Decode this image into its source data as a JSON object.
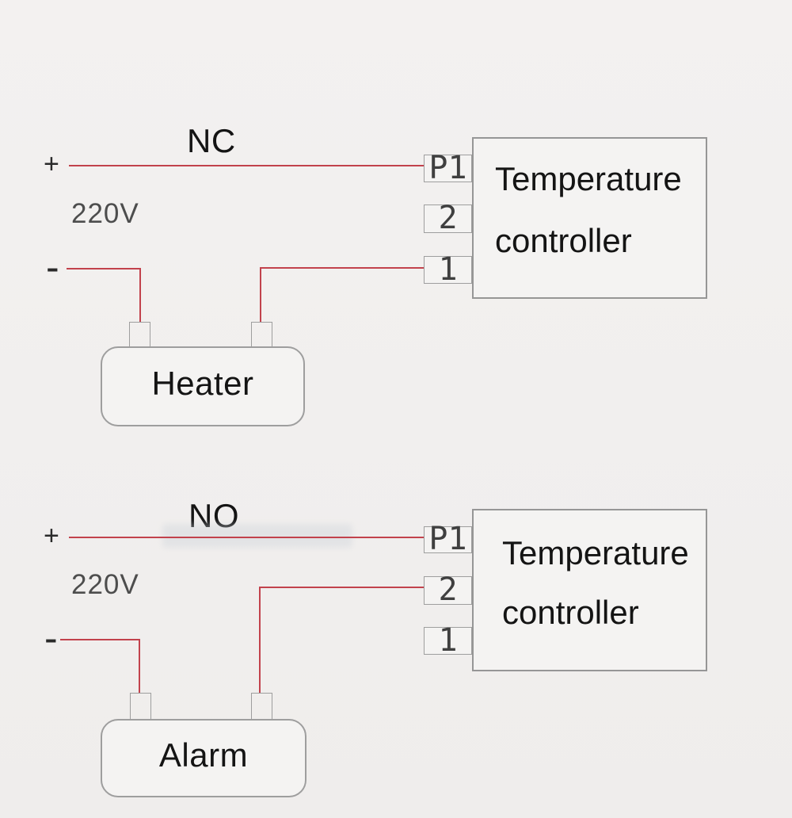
{
  "colors": {
    "bg_top": "#f3f1f0",
    "bg_bottom": "#efedec",
    "wire": "#c2424c",
    "border": "#969696",
    "border2": "#9e9e9e",
    "box_fill": "#f4f3f2",
    "label": "#141414",
    "muted": "#4d4d4d",
    "terminal_text": "#3f3f3f"
  },
  "diagrams": [
    {
      "title": "NC",
      "plus": "+",
      "minus": "-",
      "voltage": "220V",
      "device": "Heater",
      "controller_line1": "Temperature",
      "controller_line2": "controller",
      "terminals": [
        "P1",
        "2",
        "1"
      ]
    },
    {
      "title": "NO",
      "plus": "+",
      "minus": "-",
      "voltage": "220V",
      "device": "Alarm",
      "controller_line1": "Temperature",
      "controller_line2": "controller",
      "terminals": [
        "P1",
        "2",
        "1"
      ]
    }
  ]
}
